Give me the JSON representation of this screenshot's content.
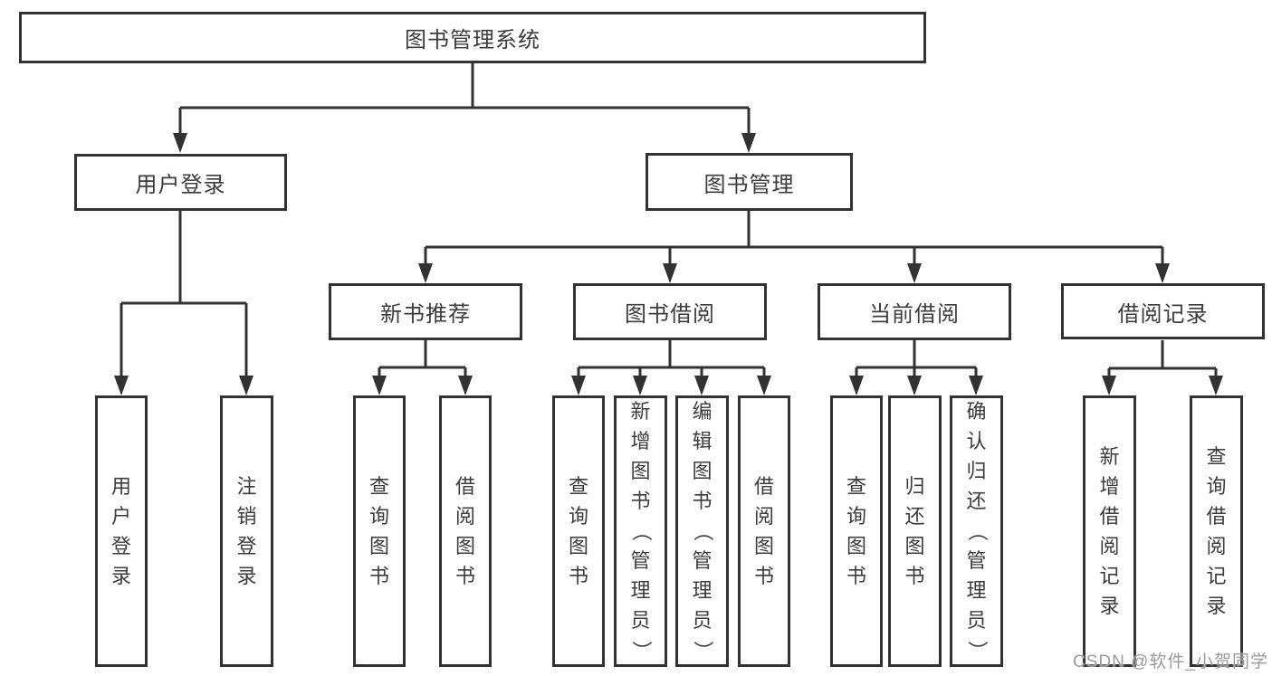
{
  "diagram": {
    "colors": {
      "line": "#323232",
      "text": "#3c3c3c",
      "background": "#ffffff",
      "watermark": "#9b9b9b"
    },
    "root": {
      "label": "图书管理系统"
    },
    "level1": [
      {
        "label": "用户登录"
      },
      {
        "label": "图书管理"
      }
    ],
    "level2": [
      {
        "label": "新书推荐"
      },
      {
        "label": "图书借阅"
      },
      {
        "label": "当前借阅"
      },
      {
        "label": "借阅记录"
      }
    ],
    "leaves": [
      {
        "label": "用户登录"
      },
      {
        "label": "注销登录"
      },
      {
        "label": "查询图书"
      },
      {
        "label": "借阅图书"
      },
      {
        "label": "查询图书"
      },
      {
        "label": "新增图书（管理员）"
      },
      {
        "label": "编辑图书（管理员）"
      },
      {
        "label": "借阅图书"
      },
      {
        "label": "查询图书"
      },
      {
        "label": "归还图书"
      },
      {
        "label": "确认归还（管理员）"
      },
      {
        "label": "新增借阅记录"
      },
      {
        "label": "查询借阅记录"
      }
    ]
  },
  "watermark": {
    "text": "CSDN @软件_小贺同学"
  }
}
